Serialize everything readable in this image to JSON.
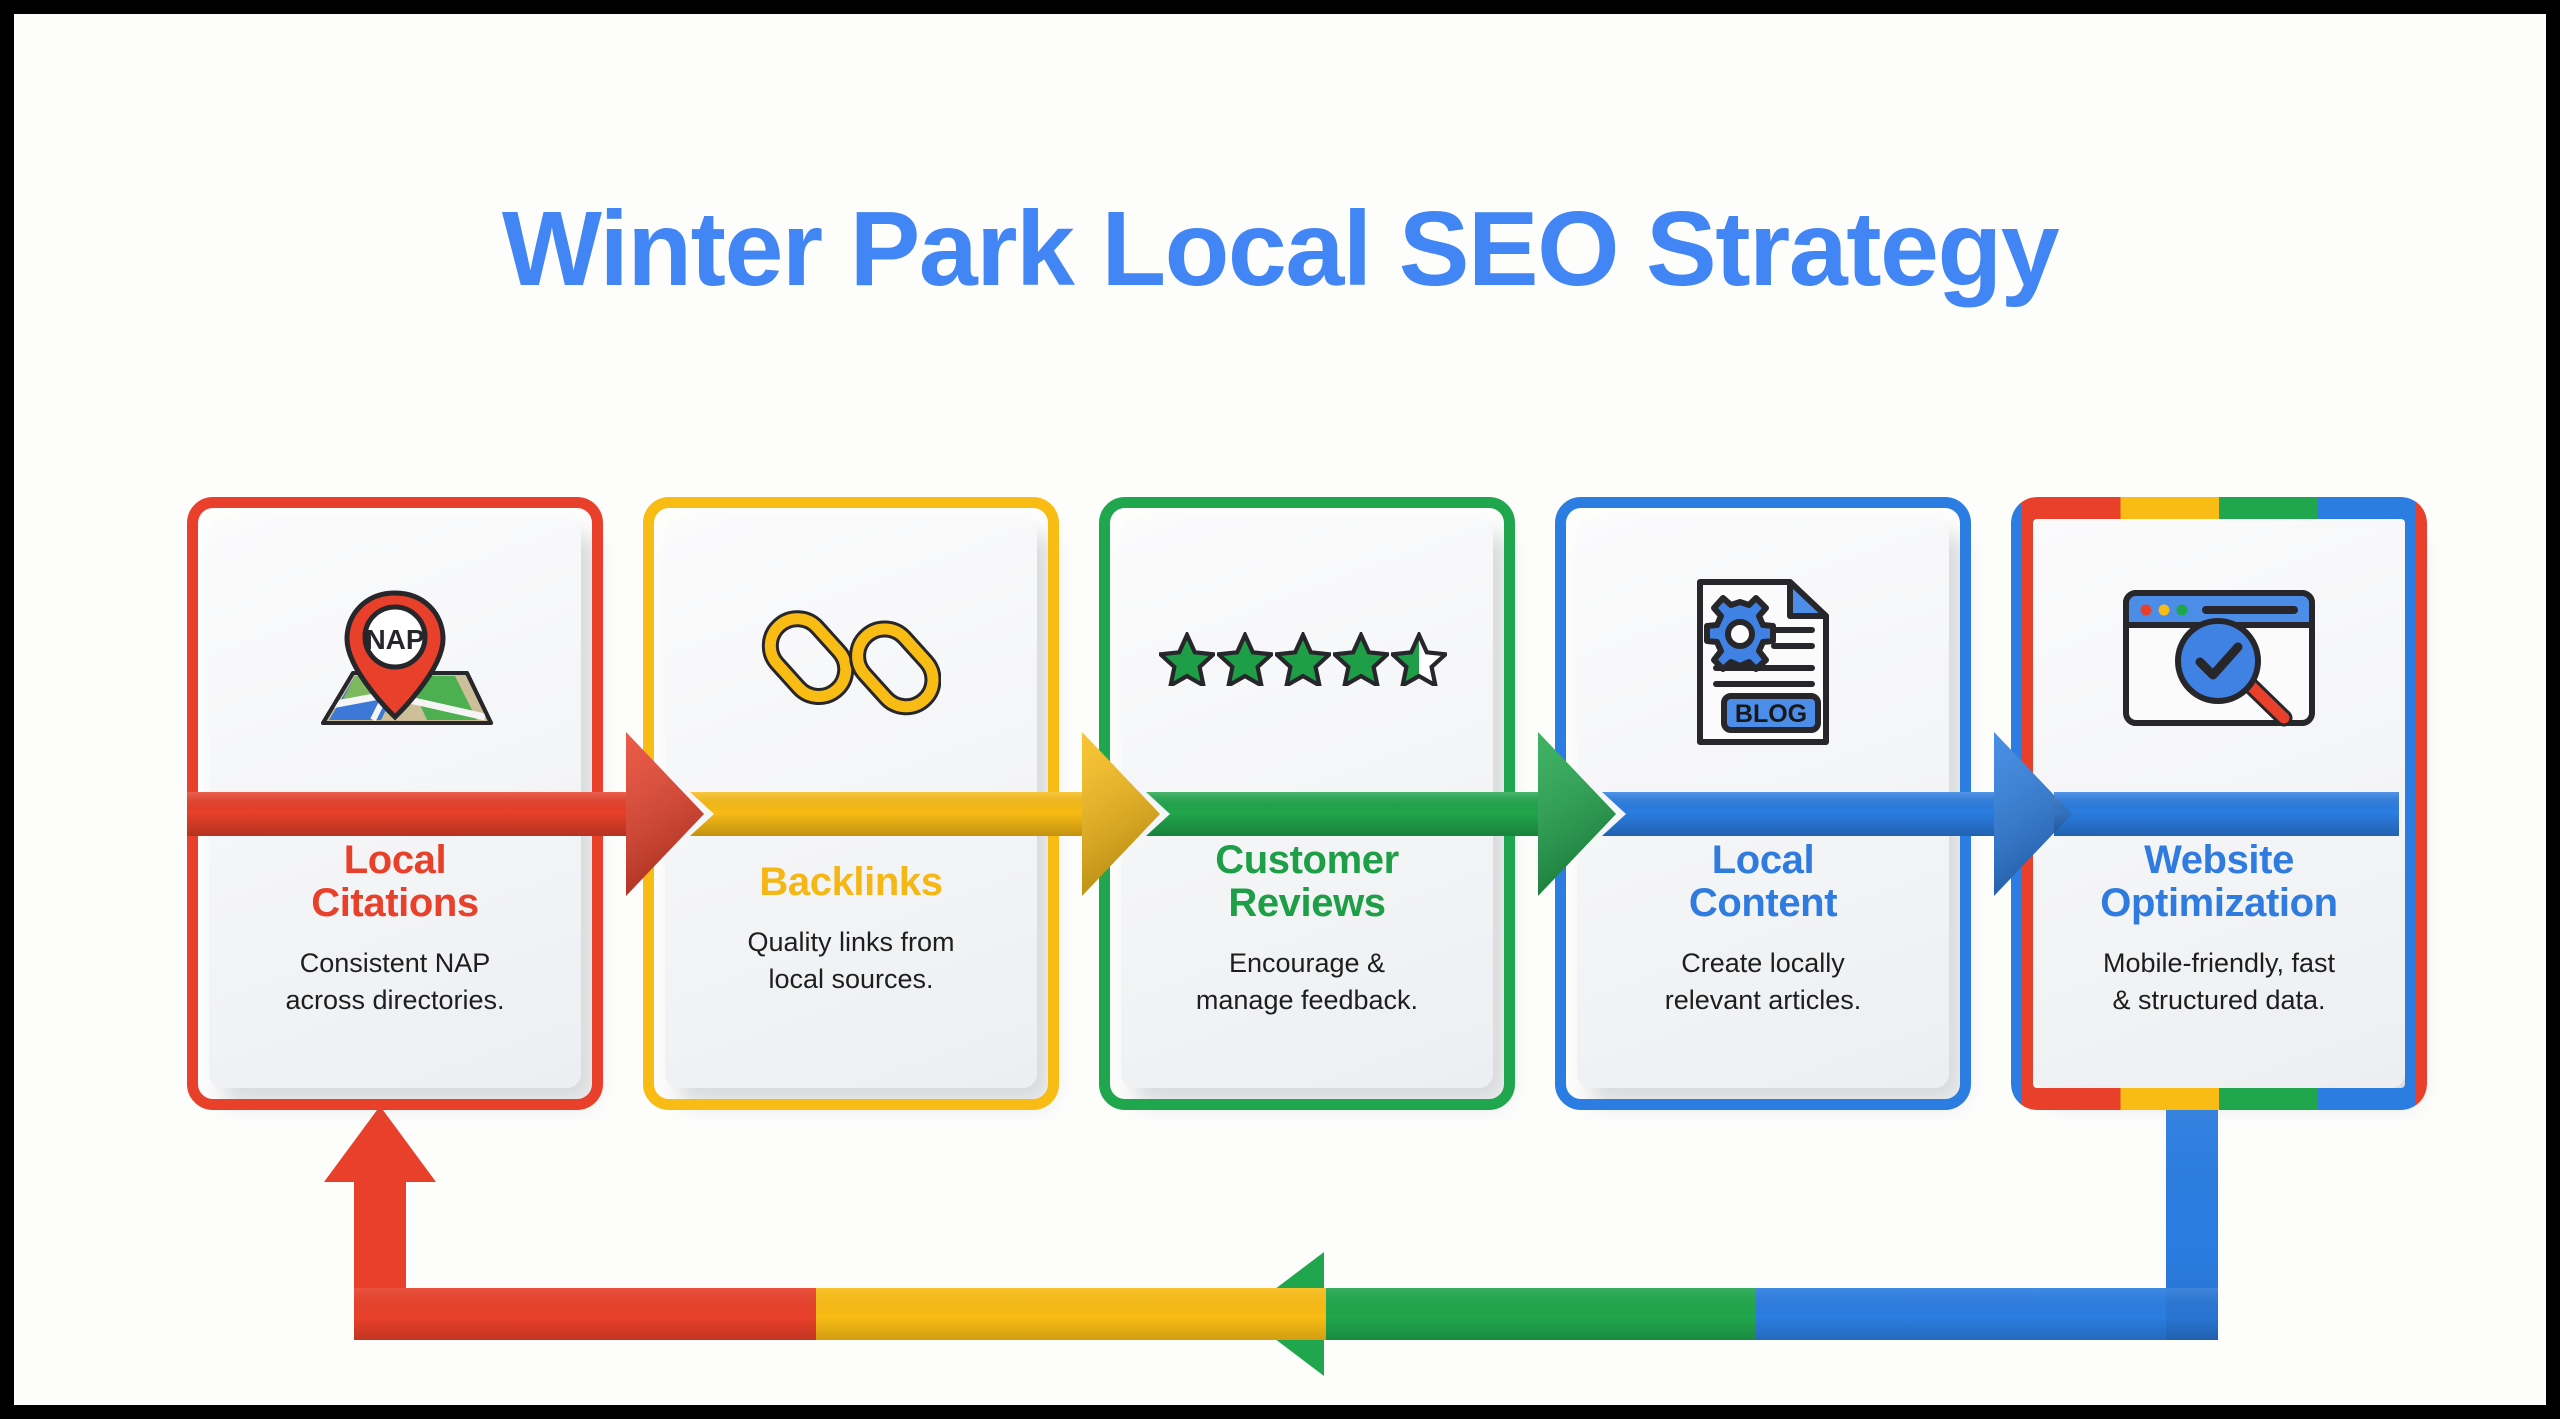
{
  "page": {
    "title": "Winter Park Local SEO Strategy",
    "background_color": "#fdfdfc",
    "frame_color": "#000000"
  },
  "palette": {
    "google_red": "#E8402A",
    "google_yellow": "#F9BC15",
    "google_green": "#20A64C",
    "google_blue": "#2B7DE1",
    "title_blue": "#4285F4",
    "body_text": "#1e1e1e"
  },
  "steps": [
    {
      "id": "local-citations",
      "title": "Local Citations",
      "title_line1": "Local",
      "title_line2": "Citations",
      "description": "Consistent NAP across directories.",
      "desc_line1": "Consistent NAP",
      "desc_line2": "across directories.",
      "color": "#E8402A",
      "title_color": "#E8402A",
      "icon": "map-pin-nap-icon",
      "icon_label": "NAP"
    },
    {
      "id": "backlinks",
      "title": "Backlinks",
      "title_line1": "Backlinks",
      "title_line2": "",
      "description": "Quality links from local sources.",
      "desc_line1": "Quality links from",
      "desc_line2": "local sources.",
      "color": "#F9BC15",
      "title_color": "#F5B716",
      "icon": "chain-link-icon",
      "icon_label": ""
    },
    {
      "id": "customer-reviews",
      "title": "Customer Reviews",
      "title_line1": "Customer",
      "title_line2": "Reviews",
      "description": "Encourage & manage feedback.",
      "desc_line1": "Encourage &",
      "desc_line2": "manage feedback.",
      "color": "#20A64C",
      "title_color": "#1E9E47",
      "icon": "star-rating-icon",
      "icon_label": "",
      "rating": 4.5,
      "rating_max": 5
    },
    {
      "id": "local-content",
      "title": "Local Content",
      "title_line1": "Local",
      "title_line2": "Content",
      "description": "Create locally relevant articles.",
      "desc_line1": "Create locally",
      "desc_line2": "relevant articles.",
      "color": "#2B7DE1",
      "title_color": "#2F7BE0",
      "icon": "blog-document-gear-icon",
      "icon_label": "BLOG"
    },
    {
      "id": "website-optimization",
      "title": "Website Optimization",
      "title_line1": "Website",
      "title_line2": "Optimization",
      "description": "Mobile-friendly, fast & structured data.",
      "desc_line1": "Mobile-friendly, fast",
      "desc_line2": "& structured data.",
      "color": "multicolor",
      "title_color": "#2F7BE0",
      "icon": "browser-magnifier-check-icon",
      "icon_label": ""
    }
  ],
  "flow": {
    "forward_arrow_colors": [
      "#E8402A",
      "#F9BC15",
      "#20A64C",
      "#2B7DE1"
    ],
    "feedback_loop_colors": [
      "#2B7DE1",
      "#20A64C",
      "#F9BC15",
      "#E8402A"
    ],
    "feedback_loop_direction": "right-to-left-then-up",
    "forward_direction": "left-to-right"
  }
}
